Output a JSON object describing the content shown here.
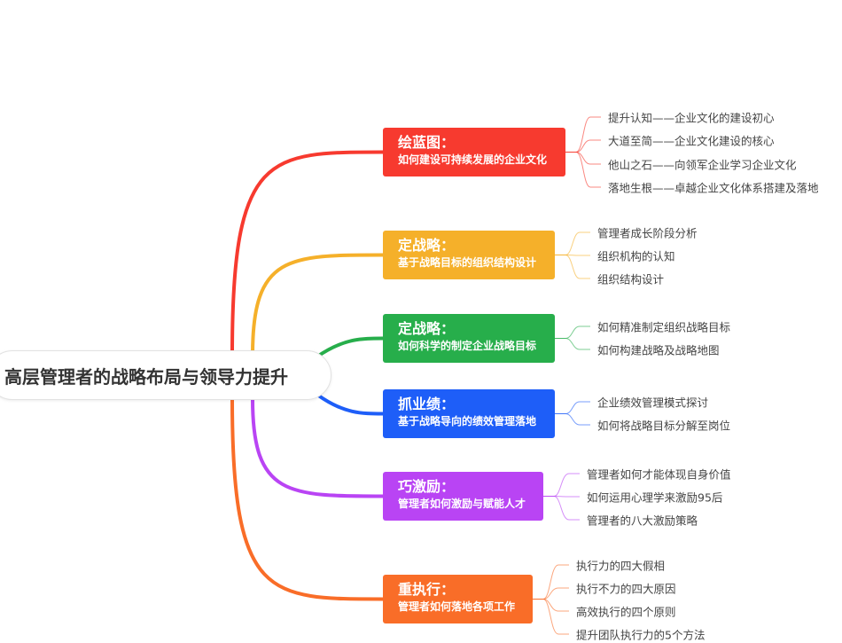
{
  "root": {
    "title": "高层管理者的战略布局与领导力提升"
  },
  "branches": [
    {
      "title": "绘蓝图：",
      "subtitle": "如何建设可持续发展的企业文化",
      "color": "#f73a2f",
      "leaves": [
        "提升认知——企业文化的建设初心",
        "大道至简——企业文化建设的核心",
        "他山之石——向领军企业学习企业文化",
        "落地生根——卓越企业文化体系搭建及落地"
      ]
    },
    {
      "title": "定战略：",
      "subtitle": "基于战略目标的组织结构设计",
      "color": "#f5b02a",
      "leaves": [
        "管理者成长阶段分析",
        "组织机构的认知",
        "组织结构设计"
      ]
    },
    {
      "title": "定战略：",
      "subtitle": "如何科学的制定企业战略目标",
      "color": "#27ae4b",
      "leaves": [
        "如何精准制定组织战略目标",
        "如何构建战略及战略地图"
      ]
    },
    {
      "title": "抓业绩：",
      "subtitle": "基于战略导向的绩效管理落地",
      "color": "#1e5ef8",
      "leaves": [
        "企业绩效管理模式探讨",
        "如何将战略目标分解至岗位"
      ]
    },
    {
      "title": "巧激励：",
      "subtitle": "管理者如何激励与赋能人才",
      "color": "#b944f4",
      "leaves": [
        "管理者如何才能体现自身价值",
        "如何运用心理学来激励95后",
        "管理者的八大激励策略"
      ]
    },
    {
      "title": "重执行：",
      "subtitle": "管理者如何落地各项工作",
      "color": "#f96d28",
      "leaves": [
        "执行力的四大假相",
        "执行不力的四大原因",
        "高效执行的四个原则",
        "提升团队执行力的5个方法"
      ]
    }
  ]
}
